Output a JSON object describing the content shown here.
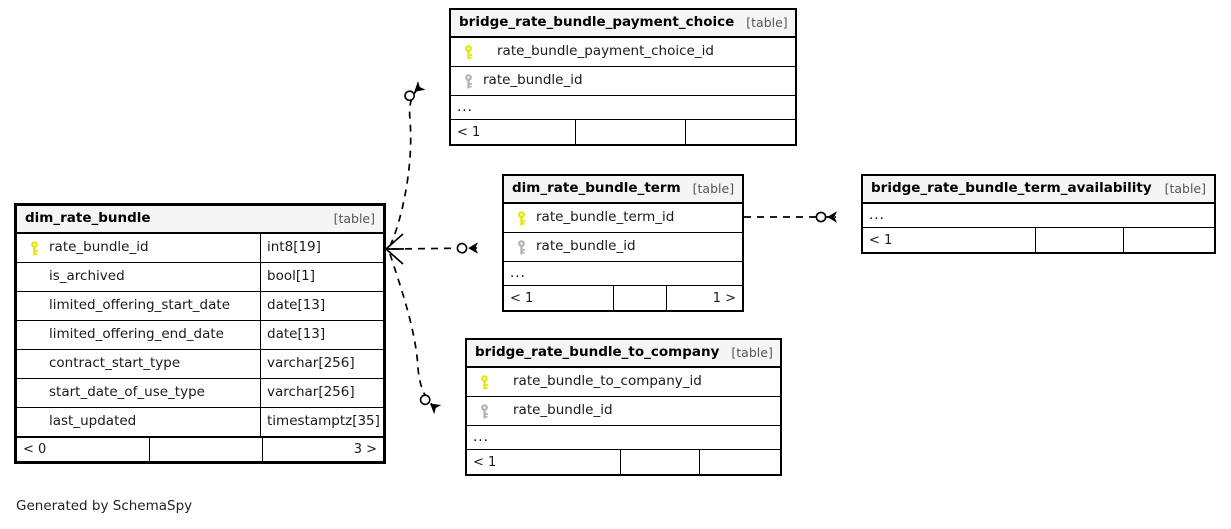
{
  "diagram": {
    "generator_credit": "Generated by SchemaSpy",
    "kind_label": "[table]",
    "ellipsis": "...",
    "icons": {
      "primary_key": "key-icon-primary",
      "foreign_key": "key-icon-foreign"
    },
    "colors": {
      "pk_key": "#e6e600",
      "fk_key": "#b3b3b3",
      "header_bg": "#f5f5f5",
      "border": "#000000",
      "background": "#ffffff",
      "text": "#1a1a1a"
    }
  },
  "tables": [
    {
      "id": "bridge_rate_bundle_payment_choice",
      "name": "bridge_rate_bundle_payment_choice",
      "kind": "[table]",
      "columns": [
        {
          "name": "rate_bundle_payment_choice_id",
          "key": "primary",
          "type": ""
        },
        {
          "name": "rate_bundle_id",
          "key": "foreign",
          "type": ""
        }
      ],
      "has_ellipsis": true,
      "footer": {
        "left": "< 1",
        "mid": "",
        "right": ""
      }
    },
    {
      "id": "dim_rate_bundle",
      "name": "dim_rate_bundle",
      "kind": "[table]",
      "columns": [
        {
          "name": "rate_bundle_id",
          "key": "primary",
          "type": "int8[19]"
        },
        {
          "name": "is_archived",
          "key": "none",
          "type": "bool[1]"
        },
        {
          "name": "limited_offering_start_date",
          "key": "none",
          "type": "date[13]"
        },
        {
          "name": "limited_offering_end_date",
          "key": "none",
          "type": "date[13]"
        },
        {
          "name": "contract_start_type",
          "key": "none",
          "type": "varchar[256]"
        },
        {
          "name": "start_date_of_use_type",
          "key": "none",
          "type": "varchar[256]"
        },
        {
          "name": "last_updated",
          "key": "none",
          "type": "timestamptz[35]"
        }
      ],
      "has_ellipsis": false,
      "footer": {
        "left": "< 0",
        "mid": "",
        "right": "3 >"
      }
    },
    {
      "id": "dim_rate_bundle_term",
      "name": "dim_rate_bundle_term",
      "kind": "[table]",
      "columns": [
        {
          "name": "rate_bundle_term_id",
          "key": "primary",
          "type": ""
        },
        {
          "name": "rate_bundle_id",
          "key": "foreign",
          "type": ""
        }
      ],
      "has_ellipsis": true,
      "footer": {
        "left": "< 1",
        "mid": "",
        "right": "1 >"
      }
    },
    {
      "id": "bridge_rate_bundle_term_availability",
      "name": "bridge_rate_bundle_term_availability",
      "kind": "[table]",
      "columns": [],
      "has_ellipsis": true,
      "footer": {
        "left": "< 1",
        "mid": "",
        "right": ""
      }
    },
    {
      "id": "bridge_rate_bundle_to_company",
      "name": "bridge_rate_bundle_to_company",
      "kind": "[table]",
      "columns": [
        {
          "name": "rate_bundle_to_company_id",
          "key": "primary",
          "type": ""
        },
        {
          "name": "rate_bundle_id",
          "key": "foreign",
          "type": ""
        }
      ],
      "has_ellipsis": true,
      "footer": {
        "left": "< 1",
        "mid": "",
        "right": ""
      }
    }
  ],
  "relationships": [
    {
      "id": "rel-dim-to-payment-choice",
      "from": "dim_rate_bundle",
      "to": "bridge_rate_bundle_payment_choice",
      "from_marker": "crows-foot",
      "to_marker": "circle-arrow",
      "line": "dashed"
    },
    {
      "id": "rel-dim-to-term",
      "from": "dim_rate_bundle",
      "to": "dim_rate_bundle_term",
      "from_marker": "crows-foot",
      "to_marker": "circle-arrow",
      "line": "dashed"
    },
    {
      "id": "rel-dim-to-company",
      "from": "dim_rate_bundle",
      "to": "bridge_rate_bundle_to_company",
      "from_marker": "crows-foot",
      "to_marker": "circle-arrow",
      "line": "dashed"
    },
    {
      "id": "rel-term-to-availability",
      "from": "dim_rate_bundle_term",
      "to": "bridge_rate_bundle_term_availability",
      "from_marker": "none",
      "to_marker": "circle-arrow",
      "line": "dashed"
    }
  ]
}
